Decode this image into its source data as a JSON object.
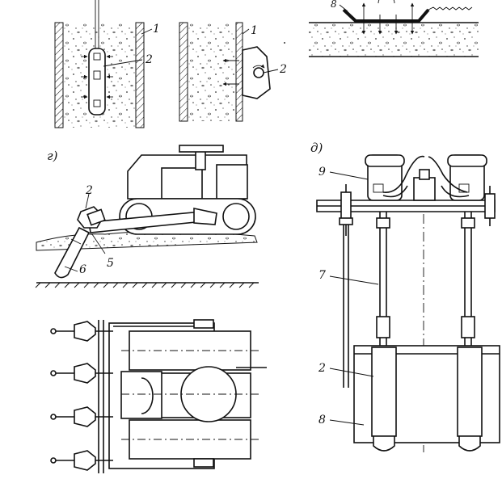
{
  "figure": {
    "panel_top_left": {
      "labels": [
        "1",
        "2"
      ]
    },
    "panel_top_mid": {
      "labels": [
        "1",
        "2"
      ]
    },
    "panel_top_right": {
      "labels": [
        "8"
      ]
    },
    "panel_g": {
      "letter": "г)",
      "labels": [
        "2",
        "6",
        "5"
      ]
    },
    "panel_d": {
      "letter": "д)",
      "labels": [
        "9",
        "7",
        "2",
        "8"
      ]
    }
  },
  "colors": {
    "ink": "#111111",
    "paper": "#ffffff"
  }
}
